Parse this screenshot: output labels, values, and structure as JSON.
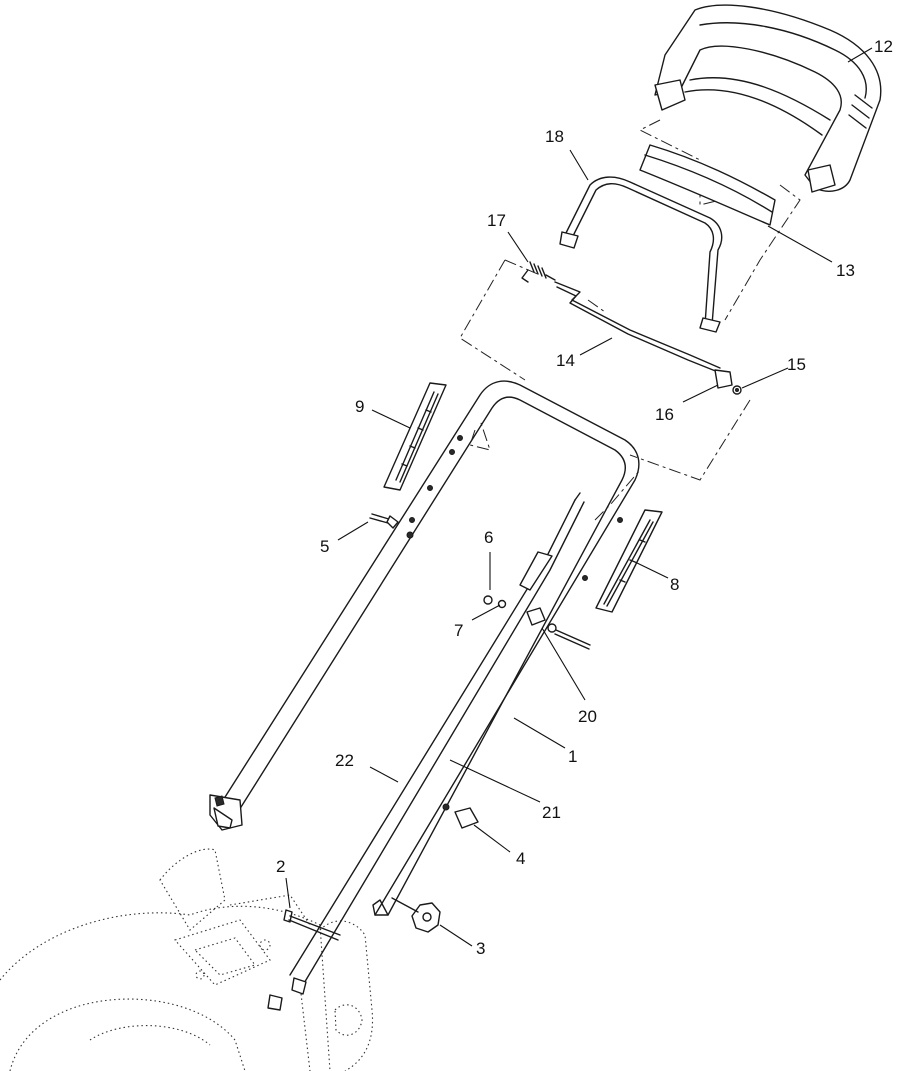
{
  "callouts": [
    {
      "id": "c1",
      "label": "1"
    },
    {
      "id": "c2",
      "label": "2"
    },
    {
      "id": "c3",
      "label": "3"
    },
    {
      "id": "c4",
      "label": "4"
    },
    {
      "id": "c5",
      "label": "5"
    },
    {
      "id": "c6",
      "label": "6"
    },
    {
      "id": "c7",
      "label": "7"
    },
    {
      "id": "c8",
      "label": "8"
    },
    {
      "id": "c9",
      "label": "9"
    },
    {
      "id": "c12",
      "label": "12"
    },
    {
      "id": "c13",
      "label": "13"
    },
    {
      "id": "c14",
      "label": "14"
    },
    {
      "id": "c15",
      "label": "15"
    },
    {
      "id": "c16",
      "label": "16"
    },
    {
      "id": "c17",
      "label": "17"
    },
    {
      "id": "c18",
      "label": "18"
    },
    {
      "id": "c20",
      "label": "20"
    },
    {
      "id": "c21",
      "label": "21"
    },
    {
      "id": "c22",
      "label": "22"
    }
  ]
}
